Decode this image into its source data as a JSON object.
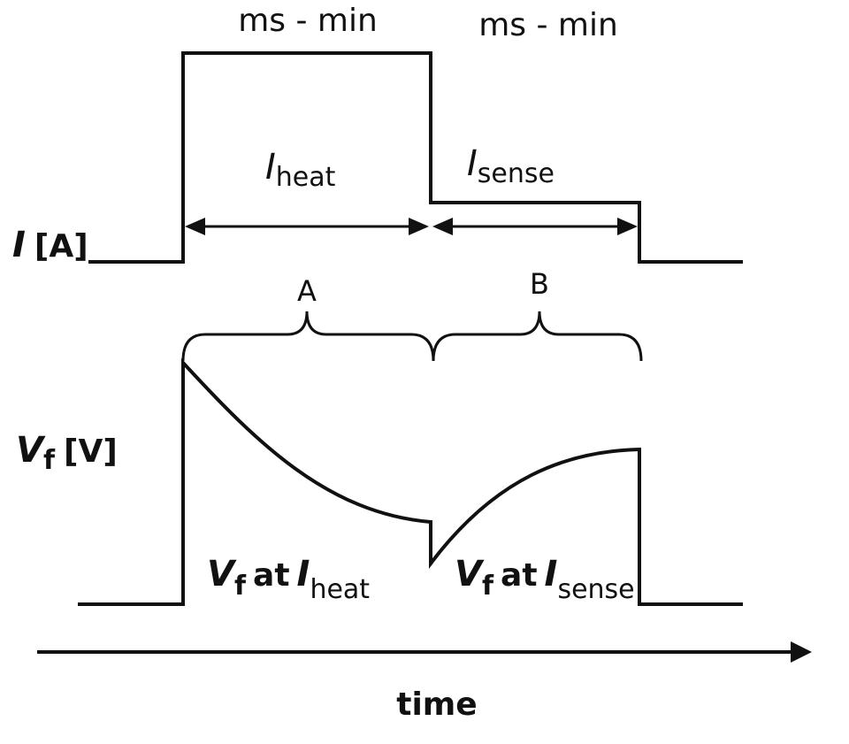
{
  "duration_labels": {
    "heat": "ms - min",
    "sense": "ms - min"
  },
  "current_axis": {
    "symbol": "I",
    "unit": "[A]"
  },
  "voltage_axis": {
    "symbol": "V",
    "subscript": "f",
    "unit": "[V]"
  },
  "pulse_labels": {
    "heat": {
      "symbol": "I",
      "subscript": "heat"
    },
    "sense": {
      "symbol": "I",
      "subscript": "sense"
    }
  },
  "phase_labels": {
    "a": "A",
    "b": "B"
  },
  "voltage_labels": {
    "heat": {
      "symbol": "V",
      "subscript": "f",
      "at": "at",
      "current_symbol": "I",
      "current_subscript": "heat"
    },
    "sense": {
      "symbol": "V",
      "subscript": "f",
      "at": "at",
      "current_symbol": "I",
      "current_subscript": "sense"
    }
  },
  "time_axis": {
    "label": "time"
  },
  "colors": {
    "line": "#111111",
    "background": "#ffffff"
  }
}
